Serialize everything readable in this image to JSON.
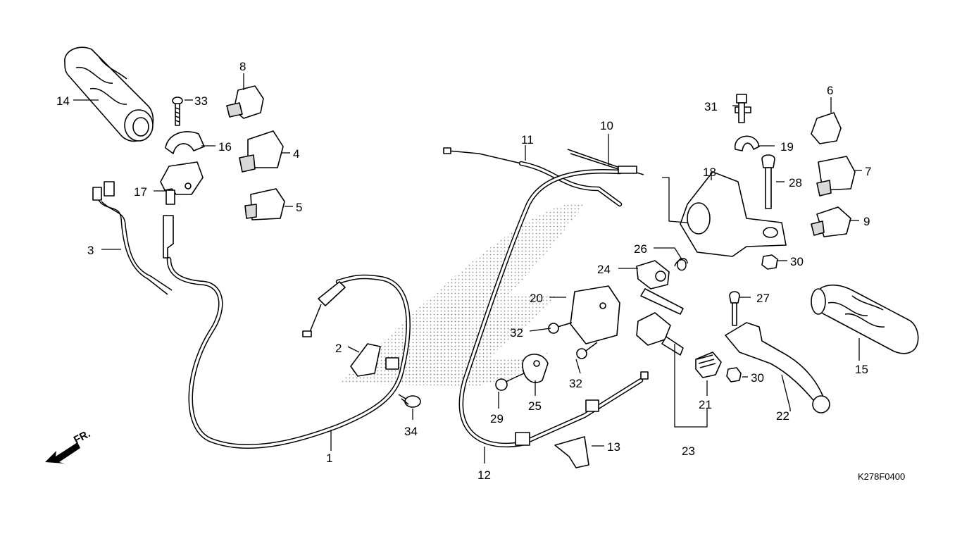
{
  "diagram": {
    "code": "K278F0400",
    "direction_label": "FR.",
    "part_numbers": [
      "1",
      "2",
      "3",
      "4",
      "5",
      "6",
      "7",
      "8",
      "9",
      "10",
      "11",
      "12",
      "13",
      "14",
      "15",
      "16",
      "17",
      "18",
      "19",
      "20",
      "21",
      "22",
      "23",
      "24",
      "25",
      "26",
      "27",
      "28",
      "29",
      "30",
      "30",
      "31",
      "32",
      "32",
      "33",
      "34"
    ]
  }
}
